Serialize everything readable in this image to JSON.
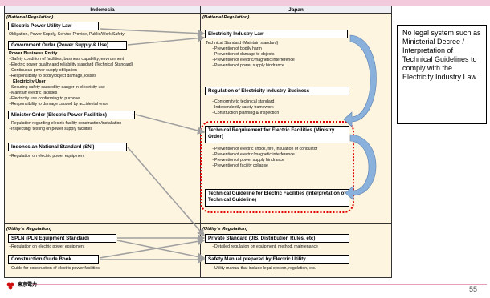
{
  "header": {
    "left": "Indonesia",
    "right": "Japan"
  },
  "indonesia": {
    "national_label": "(National Regulation)",
    "utility_law": {
      "title": "Electric Power Utility Law",
      "desc": "Obligation, Power Supply, Service Provide, Public/Work Safety"
    },
    "government_order": {
      "title": "Government Order (Power Supply & Use)",
      "pbe_heading": "Power Business Entity",
      "pbe_items": [
        "−Safety condition of facilities, business capability, environment",
        "−Electric power quality and reliability standard (Technical Standard)",
        "−Continuous power supply obligation",
        "−Responsibility to bodily/object damage, losses"
      ],
      "user_heading": "Electricity User",
      "user_items": [
        "−Securing safety caused by danger in electricity use",
        "−Maintain electric facilities",
        "−Electricity use conforming to purpose",
        "−Responsibility to damage caused by accidental error"
      ]
    },
    "minister_order": {
      "title": "Minister Order (Electric Power Facilities)",
      "items": [
        "−Regulation regarding electric facility construction/installation",
        "−Inspecting, testing on power supply facilities"
      ]
    },
    "sni": {
      "title": "Indonesian National Standard (SNI)",
      "desc": "−Regulation on electric power equipment"
    },
    "utility_label": "(Utility's Regulation)",
    "spln": {
      "title": "SPLN (PLN Equipment Standard)",
      "desc": "−Regulation on electric power equipment"
    },
    "guidebook": {
      "title": "Construction Guide Book",
      "desc": "−Guide for construction of electric power facilities"
    }
  },
  "japan": {
    "national_label": "(National Regulation)",
    "industry_law": {
      "title": "Electricity Industry Law",
      "sub": "Technical Standard (Maintain standard)",
      "items": [
        "−Prevention of bodily harm",
        "−Prevention of damage to objects",
        "−Prevention of electric/magnetic interference",
        "−Prevention of power supply hindrance"
      ]
    },
    "regulation_business": {
      "title": "Regulation of Electricity Industry Business",
      "items": [
        "−Conformity to technical standard",
        "−Independently safety framework",
        "−Construction planning & Inspection"
      ]
    },
    "tech_requirement": {
      "title": "Technical Requirement for Electric Facilities (Ministry Order)",
      "items": [
        "−Prevention of electric shock, fire, insulation of conductor",
        "−Prevention of electric/magnetic interference",
        "−Prevention of power supply hindrance",
        "−Prevention of facility collapse"
      ]
    },
    "tech_guideline": {
      "title": "Technical Guideline for Electric Facilities (Interpretation of Technical Guideline)"
    },
    "utility_label": "(Utility's Regulation)",
    "private_std": {
      "title": "Private Standard (JIS, Distribution Rules, etc)",
      "desc": "−Detailed regulation on equipment, method, maintenance"
    },
    "safety_manual": {
      "title": "Safety Manual prepared by Electric Utility",
      "desc": "−Utility manual that include legal system, regulation, etc."
    }
  },
  "note": "No legal system such as Ministerial Decree / Interpretation of Technical Guidelines to comply with the Electricity Industry Law",
  "footer": {
    "logo_text": "東京電力",
    "page": "55"
  },
  "colors": {
    "arrow": "#a0a0a0",
    "blue_arrow": "#8ab0dc",
    "dotted": "#e00000",
    "band": "#fdf5e0",
    "top_bar": "#f3c9dc"
  }
}
